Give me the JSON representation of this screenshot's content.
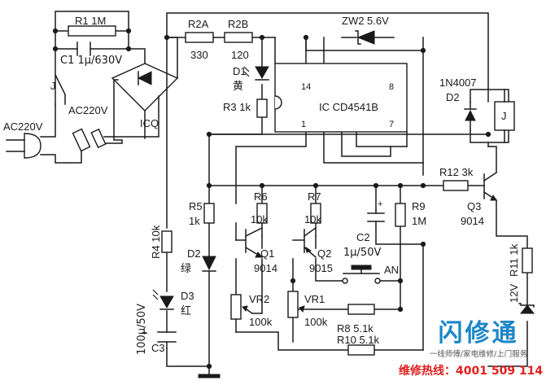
{
  "labels": {
    "r1": "R1  1M",
    "c1": "C1  1μ/630V",
    "j_contact": "J",
    "ac_left": "AC220V",
    "ac_mid": "AC220V",
    "icq": "ICQ",
    "r2a": "R2A",
    "r2a_val": "330",
    "r2b": "R2B",
    "r2b_val": "120",
    "zw2": "ZW2  5.6V",
    "d1": "D1",
    "d1_color": "黄",
    "r3": "R3  1k",
    "ic": "IC  CD4541B",
    "pin14": "14",
    "pin8": "8",
    "pin1": "1",
    "pin7": "7",
    "n4007": "1N4007",
    "d2_top": "D2",
    "relay_j": "J",
    "r12": "R12  3k",
    "q3": "Q3",
    "q3_val": "9014",
    "r5": "R5",
    "r5_val": "1k",
    "r6": "R6",
    "r6_val": "10k",
    "r7": "R7",
    "r7_val": "10k",
    "r9": "R9",
    "r9_val": "1M",
    "c2_plus": "+",
    "c2": "C2",
    "c2_val": "1μ/50V",
    "q1": "Q1",
    "q1_val": "9014",
    "q2": "Q2",
    "q2_val": "9015",
    "an": "AN",
    "r4": "R4  10k",
    "d2_led": "D2",
    "d2_color": "绿",
    "d3": "D3",
    "d3_color": "红",
    "vr2": "VR2",
    "vr2_val": "100k",
    "vr1": "VR1",
    "vr1_val": "100k",
    "r8": "R8  5.1k",
    "r10": "R10  5.1k",
    "c3": "C3",
    "c3_val": "100μ/50V",
    "c3_plus": "+",
    "r11": "R11  1k",
    "v12": "12V"
  },
  "brand": {
    "name": "闪修通",
    "slogan": "一线师傅/家电维修/上门服务",
    "hotline": "维修热线：4001 509 114"
  },
  "colors": {
    "ink": "#1a1a1a",
    "brand_blue": "#1c86c8",
    "hotline_red": "#e02020"
  }
}
